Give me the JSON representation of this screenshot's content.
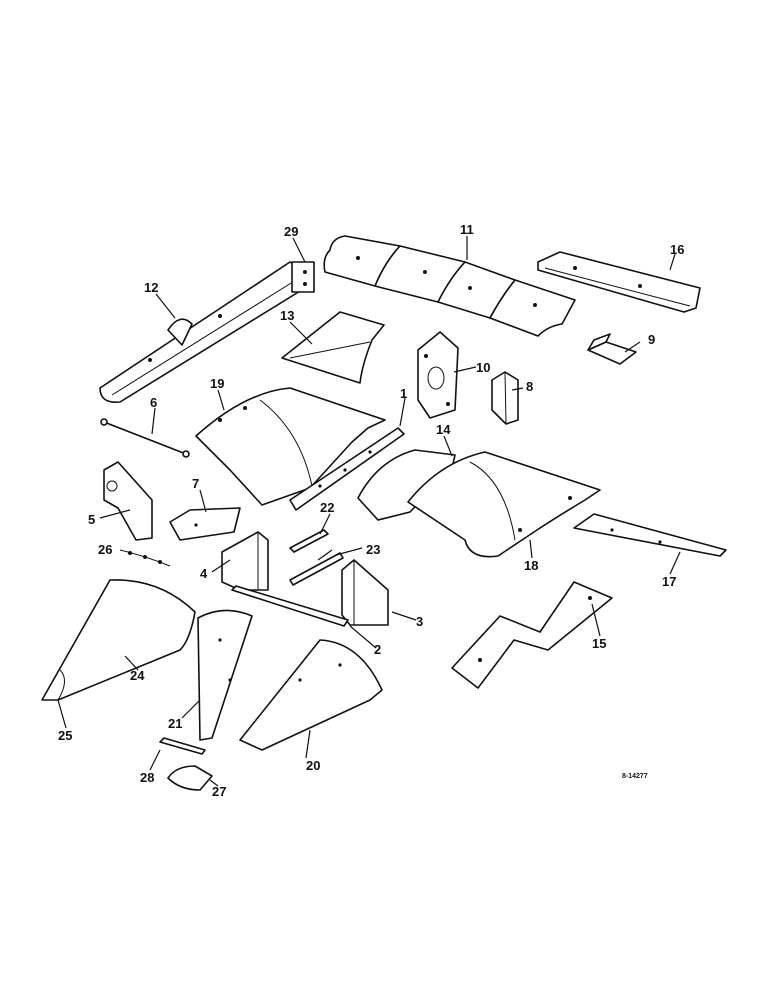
{
  "reference_code": "8-14277",
  "callouts": {
    "c1": "1",
    "c2": "2",
    "c3": "3",
    "c4": "4",
    "c5": "5",
    "c6": "6",
    "c7": "7",
    "c8": "8",
    "c9": "9",
    "c10": "10",
    "c11": "11",
    "c12": "12",
    "c13": "13",
    "c14": "14",
    "c15": "15",
    "c16": "16",
    "c17": "17",
    "c18": "18",
    "c19": "19",
    "c20": "20",
    "c21": "21",
    "c22": "22",
    "c23": "23",
    "c24": "24",
    "c25": "25",
    "c26": "26",
    "c27": "27",
    "c28": "28",
    "c29": "29"
  }
}
